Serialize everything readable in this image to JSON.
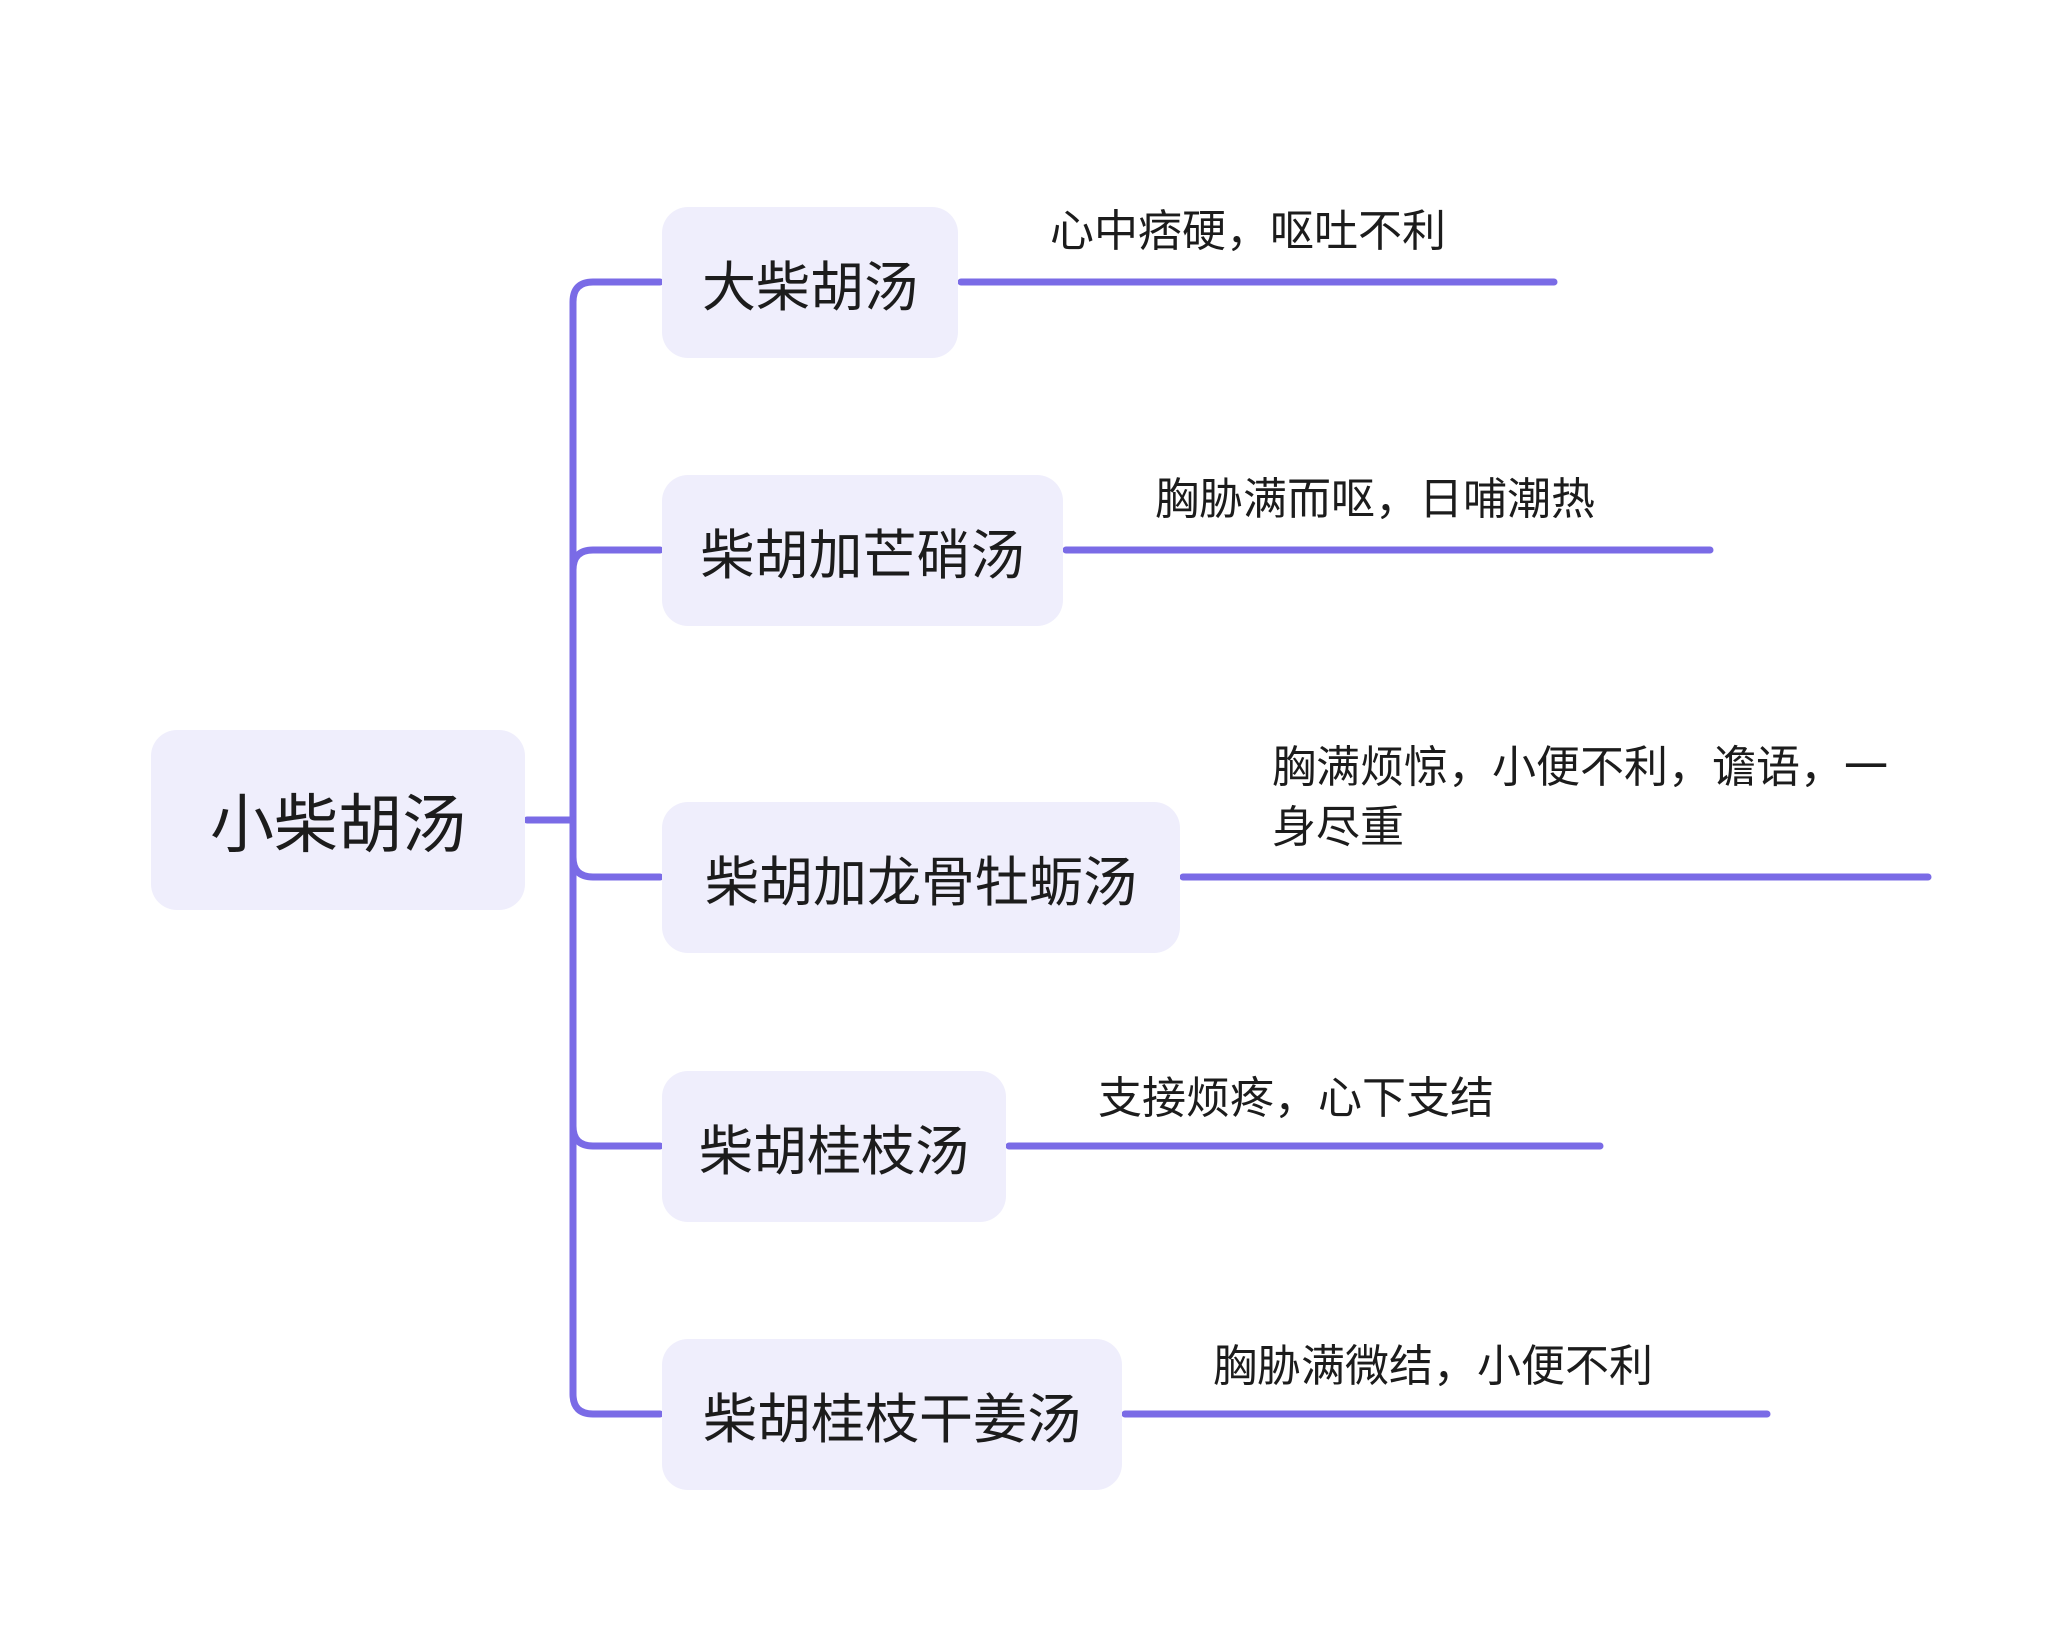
{
  "colors": {
    "connector": "#7a6be6",
    "node_fill": "#efeefc",
    "text": "#1c1c1c",
    "background": "#ffffff"
  },
  "mindmap": {
    "root": "小柴胡汤",
    "branches": [
      {
        "label": "大柴胡汤",
        "note": "心中痞硬，呕吐不利"
      },
      {
        "label": "柴胡加芒硝汤",
        "note": "胸胁满而呕，日哺潮热"
      },
      {
        "label": "柴胡加龙骨牡蛎汤",
        "note": "胸满烦惊，小便不利，谵语，一身尽重"
      },
      {
        "label": "柴胡桂枝汤",
        "note": "支接烦疼，心下支结"
      },
      {
        "label": "柴胡桂枝干姜汤",
        "note": "胸胁满微结，小便不利"
      }
    ]
  }
}
